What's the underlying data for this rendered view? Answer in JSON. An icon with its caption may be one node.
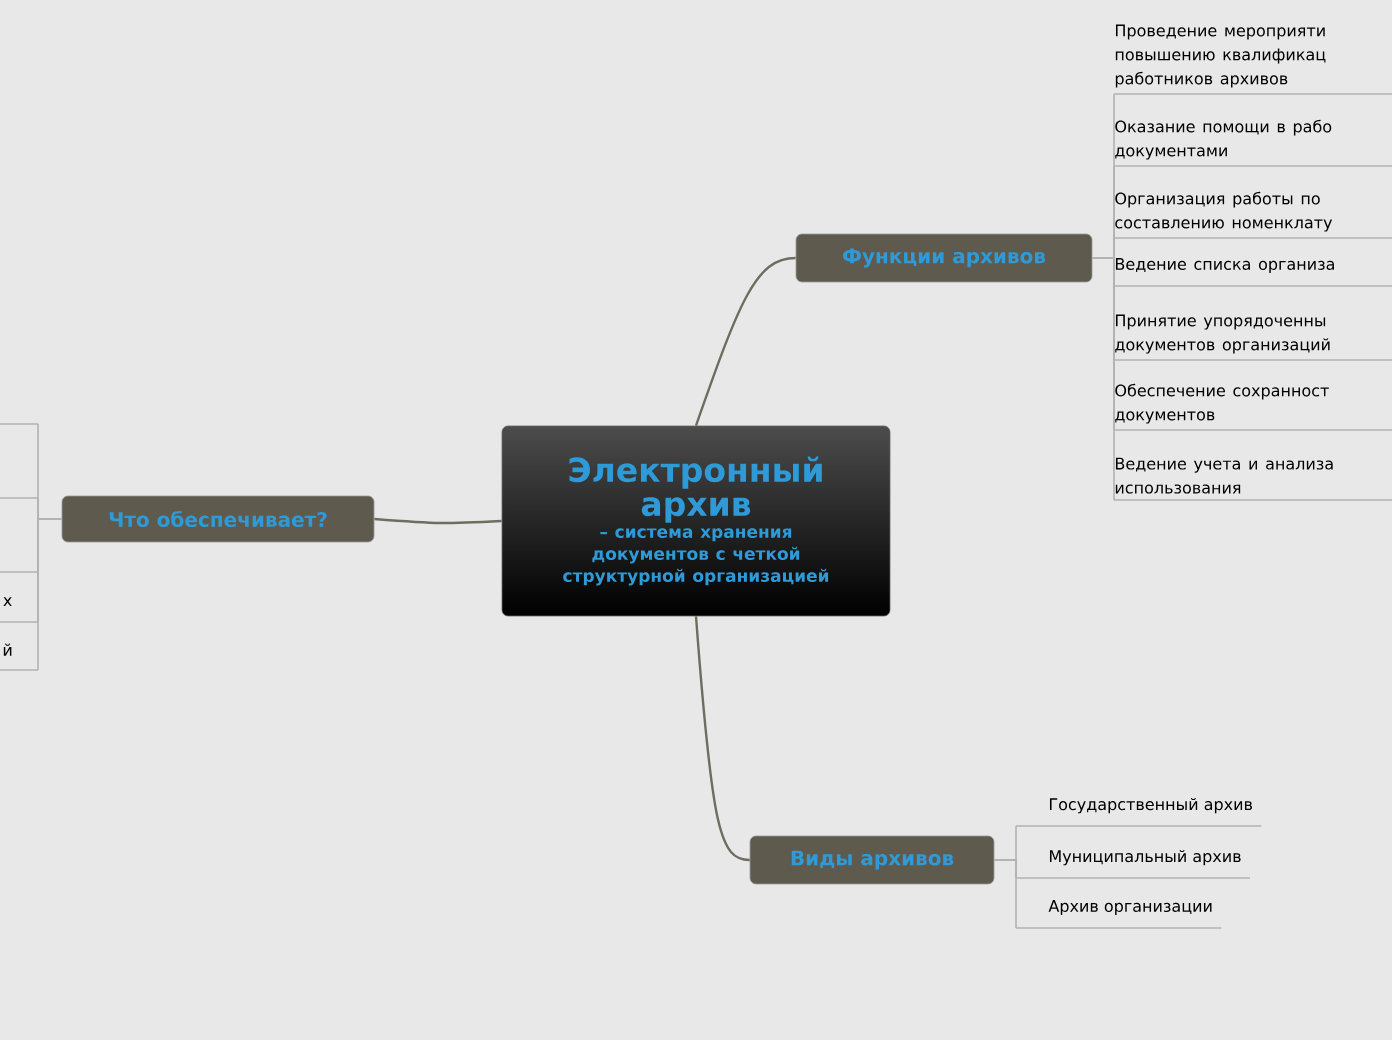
{
  "diagram": {
    "nodes": [
      {
        "text": [
          "Электронный архив",
          "– система хранения документов с четкой структурной организацией"
        ]
      },
      {
        "text": [
          "Функции архивов"
        ]
      },
      {
        "text": [
          "Проведение мероприяти повышению квалификац работников архивов"
        ]
      },
      {
        "text": [
          "Оказание помощи в рабо документами"
        ]
      },
      {
        "text": [
          "Организация работы по составлению номенклату"
        ]
      },
      {
        "text": [
          "Ведение списка организа"
        ]
      },
      {
        "text": [
          "Принятие упорядоченны документов организаций"
        ]
      },
      {
        "text": [
          "Обеспечение сохранност документов"
        ]
      },
      {
        "text": [
          "Ведение учета и анализа использования"
        ]
      },
      {
        "text": [
          "Что обеспечивает?"
        ]
      },
      {
        "text": [],
        "shape": "box"
      },
      {
        "text": [],
        "shape": "box"
      },
      {
        "text": [],
        "shape": "box"
      },
      {
        "text": [
          "х"
        ]
      },
      {
        "text": [
          "й"
        ]
      },
      {
        "text": [
          "Виды архивов"
        ]
      },
      {
        "text": [
          "Государственный архив"
        ]
      },
      {
        "text": [
          "Муниципальный архив"
        ]
      },
      {
        "text": [
          "Архив организации"
        ]
      }
    ],
    "edges": [
      {
        "from": 0,
        "to": 1,
        "arrow": "none",
        "color": "#6e6d60"
      },
      {
        "from": 1,
        "to": 2,
        "arrow": "none"
      },
      {
        "from": 1,
        "to": 3,
        "arrow": "none"
      },
      {
        "from": 1,
        "to": 4,
        "arrow": "none"
      },
      {
        "from": 1,
        "to": 5,
        "arrow": "none"
      },
      {
        "from": 1,
        "to": 6,
        "arrow": "none"
      },
      {
        "from": 1,
        "to": 7,
        "arrow": "none"
      },
      {
        "from": 1,
        "to": 8,
        "arrow": "none"
      },
      {
        "from": 0,
        "to": 9,
        "arrow": "none",
        "color": "#6e6d60"
      },
      {
        "from": 9,
        "to": 10,
        "arrow": "none"
      },
      {
        "from": 9,
        "to": 11,
        "arrow": "none"
      },
      {
        "from": 9,
        "to": 12,
        "arrow": "none"
      },
      {
        "from": 9,
        "to": 13,
        "arrow": "none"
      },
      {
        "from": 9,
        "to": 14,
        "arrow": "none"
      },
      {
        "from": 0,
        "to": 15,
        "arrow": "none",
        "color": "#6e6d60"
      },
      {
        "from": 15,
        "to": 16,
        "arrow": "none"
      },
      {
        "from": 15,
        "to": 17,
        "arrow": "none"
      },
      {
        "from": 15,
        "to": 18,
        "arrow": "none"
      }
    ]
  }
}
